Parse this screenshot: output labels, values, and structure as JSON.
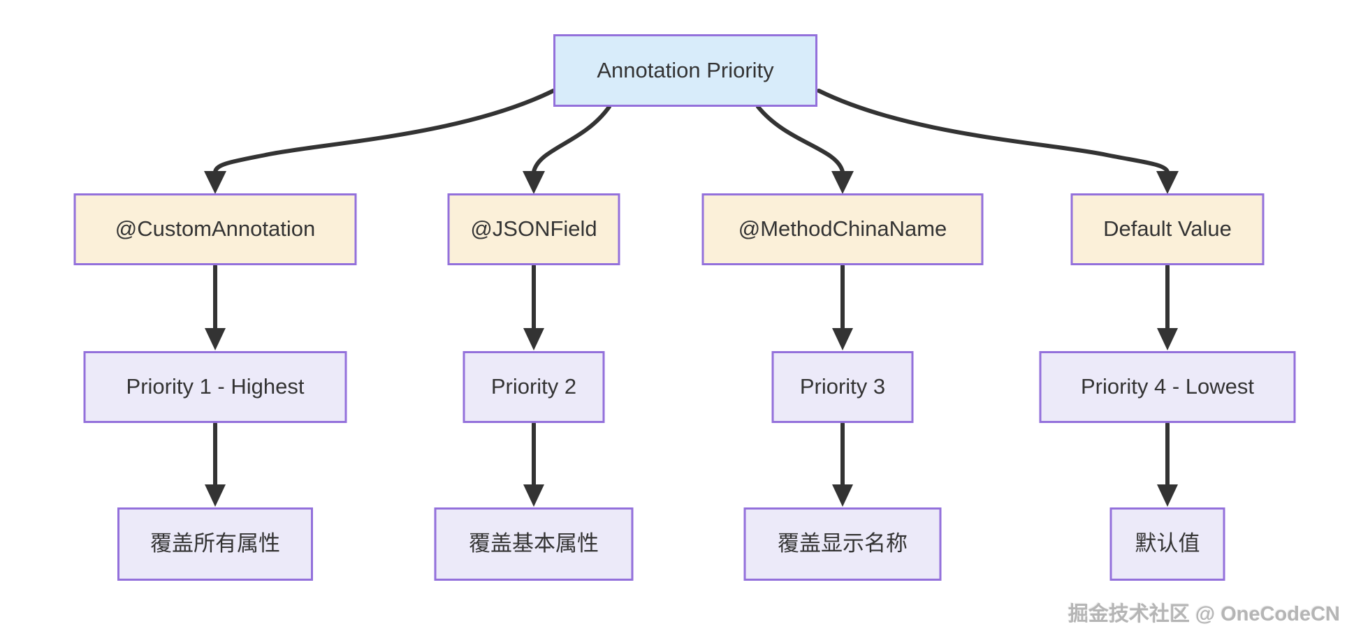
{
  "diagram": {
    "root": {
      "label": "Annotation Priority"
    },
    "columns": [
      {
        "annotation": "@CustomAnnotation",
        "priority": "Priority 1 - Highest",
        "effect": "覆盖所有属性"
      },
      {
        "annotation": "@JSONField",
        "priority": "Priority 2",
        "effect": "覆盖基本属性"
      },
      {
        "annotation": "@MethodChinaName",
        "priority": "Priority 3",
        "effect": "覆盖显示名称"
      },
      {
        "annotation": "Default Value",
        "priority": "Priority 4 - Lowest",
        "effect": "默认值"
      }
    ],
    "edges": [
      {
        "from": "Annotation Priority",
        "to": "@CustomAnnotation"
      },
      {
        "from": "Annotation Priority",
        "to": "@JSONField"
      },
      {
        "from": "Annotation Priority",
        "to": "@MethodChinaName"
      },
      {
        "from": "Annotation Priority",
        "to": "Default Value"
      },
      {
        "from": "@CustomAnnotation",
        "to": "Priority 1 - Highest"
      },
      {
        "from": "@JSONField",
        "to": "Priority 2"
      },
      {
        "from": "@MethodChinaName",
        "to": "Priority 3"
      },
      {
        "from": "Default Value",
        "to": "Priority 4 - Lowest"
      },
      {
        "from": "Priority 1 - Highest",
        "to": "覆盖所有属性"
      },
      {
        "from": "Priority 2",
        "to": "覆盖基本属性"
      },
      {
        "from": "Priority 3",
        "to": "覆盖显示名称"
      },
      {
        "from": "Priority 4 - Lowest",
        "to": "默认值"
      }
    ],
    "colors": {
      "root_fill": "#d8ecfa",
      "annotation_fill": "#fbf0d9",
      "priority_fill": "#eceaf9",
      "effect_fill": "#eceaf9",
      "border": "#9370DB",
      "edge": "#333333",
      "text": "#333333"
    }
  },
  "watermark": {
    "text": "掘金技术社区 @ OneCodeCN"
  }
}
